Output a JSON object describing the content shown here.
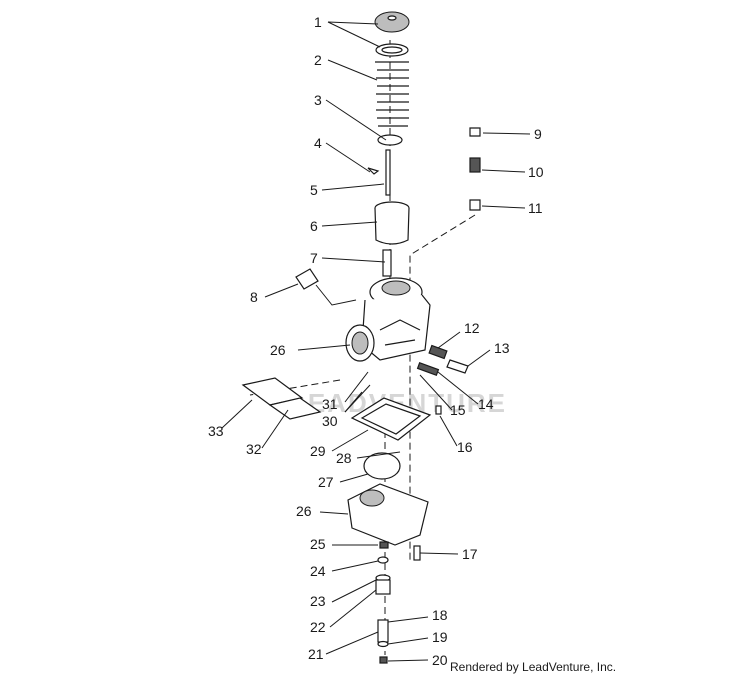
{
  "diagram": {
    "credit": "Rendered by LeadVenture, Inc.",
    "watermark": "LEADVENTURE",
    "callouts": [
      "1",
      "2",
      "3",
      "4",
      "5",
      "6",
      "7",
      "8",
      "9",
      "10",
      "11",
      "12",
      "13",
      "14",
      "15",
      "16",
      "17",
      "18",
      "19",
      "20",
      "21",
      "22",
      "23",
      "24",
      "25",
      "26",
      "26",
      "27",
      "28",
      "29",
      "30",
      "31",
      "32",
      "33"
    ]
  }
}
